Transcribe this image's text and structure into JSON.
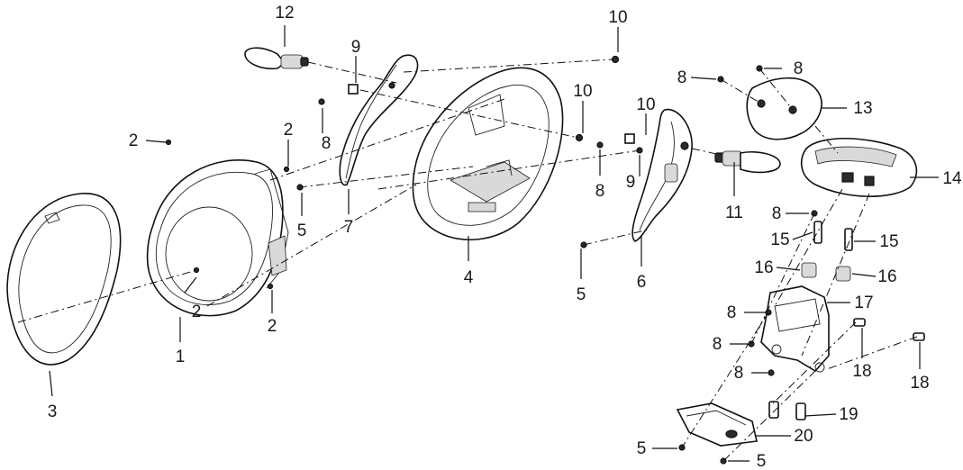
{
  "parts": [
    {
      "id": "p12",
      "number": "12"
    },
    {
      "id": "p10a",
      "number": "10"
    },
    {
      "id": "p9a",
      "number": "9"
    },
    {
      "id": "p8a",
      "number": "8"
    },
    {
      "id": "p8b",
      "number": "8"
    },
    {
      "id": "p13",
      "number": "13"
    },
    {
      "id": "p2a",
      "number": "2"
    },
    {
      "id": "p2b",
      "number": "2"
    },
    {
      "id": "p10b",
      "number": "10"
    },
    {
      "id": "p10c",
      "number": "10"
    },
    {
      "id": "p8c",
      "number": "8"
    },
    {
      "id": "p8d",
      "number": "8"
    },
    {
      "id": "p9b",
      "number": "9"
    },
    {
      "id": "p14",
      "number": "14"
    },
    {
      "id": "p5a",
      "number": "5"
    },
    {
      "id": "p7",
      "number": "7"
    },
    {
      "id": "p11",
      "number": "11"
    },
    {
      "id": "p8e",
      "number": "8"
    },
    {
      "id": "p15a",
      "number": "15"
    },
    {
      "id": "p15b",
      "number": "15"
    },
    {
      "id": "p4",
      "number": "4"
    },
    {
      "id": "p16a",
      "number": "16"
    },
    {
      "id": "p16b",
      "number": "16"
    },
    {
      "id": "p2c",
      "number": "2"
    },
    {
      "id": "p2d",
      "number": "2"
    },
    {
      "id": "p5b",
      "number": "5"
    },
    {
      "id": "p6",
      "number": "6"
    },
    {
      "id": "p17",
      "number": "17"
    },
    {
      "id": "p1",
      "number": "1"
    },
    {
      "id": "p8f",
      "number": "8"
    },
    {
      "id": "p8g",
      "number": "8"
    },
    {
      "id": "p18a",
      "number": "18"
    },
    {
      "id": "p8h",
      "number": "8"
    },
    {
      "id": "p18b",
      "number": "18"
    },
    {
      "id": "p3",
      "number": "3"
    },
    {
      "id": "p19",
      "number": "19"
    },
    {
      "id": "p20",
      "number": "20"
    },
    {
      "id": "p5c",
      "number": "5"
    },
    {
      "id": "p5d",
      "number": "5"
    }
  ]
}
